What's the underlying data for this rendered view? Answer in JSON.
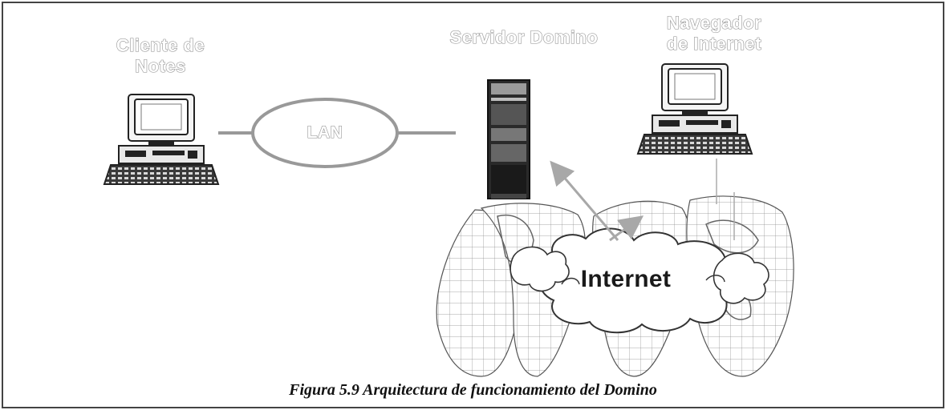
{
  "labels": {
    "client": "Cliente de\nNotes",
    "server": "Servidor Domino",
    "browser": "Navegador\nde Internet",
    "lan": "LAN",
    "internet": "Internet"
  },
  "caption": "Figura 5.9 Arquitectura de funcionamiento del Domino",
  "icons": [
    "desktop-computer-icon",
    "server-tower-icon",
    "world-map-icon",
    "cloud-icon",
    "arrow-icon"
  ]
}
